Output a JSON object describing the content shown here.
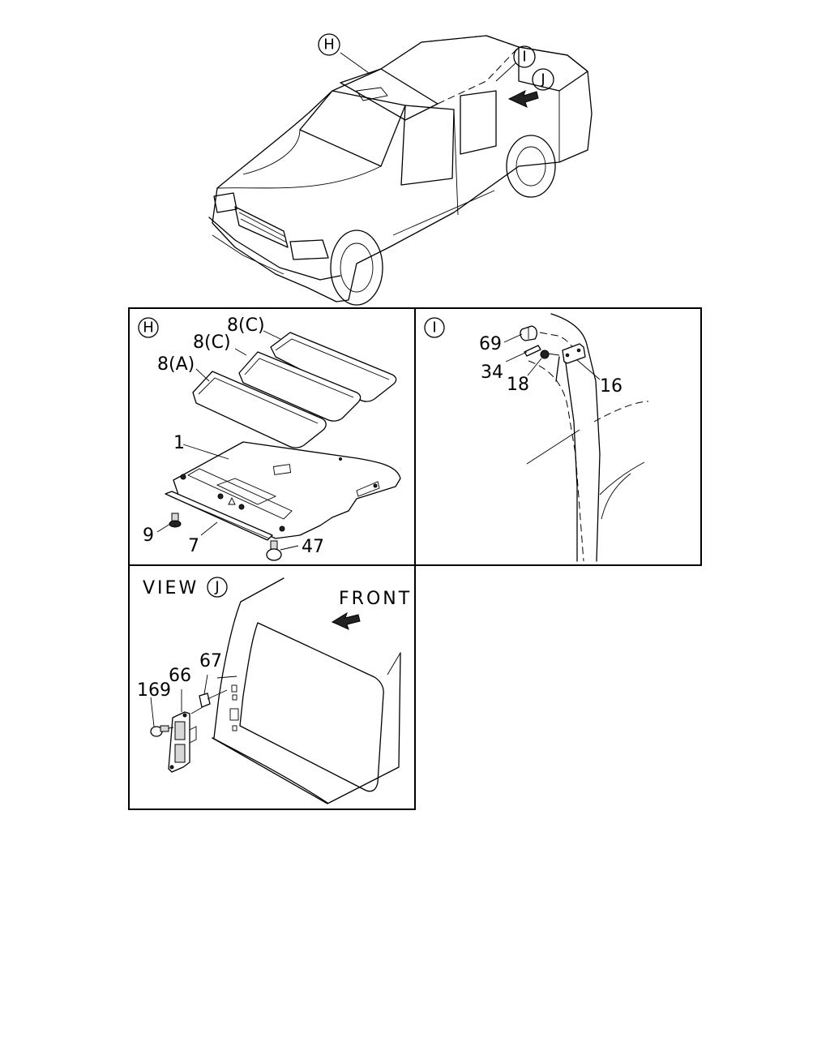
{
  "overview": {
    "callouts": {
      "h": "H",
      "i": "I",
      "j": "J"
    }
  },
  "panel_h": {
    "tag": "H",
    "parts": {
      "p8c_top": "8(C)",
      "p8c_mid": "8(C)",
      "p8a": "8(A)",
      "p1": "1",
      "p9": "9",
      "p7": "7",
      "p47": "47"
    }
  },
  "panel_i": {
    "tag": "I",
    "parts": {
      "p69": "69",
      "p34": "34",
      "p18": "18",
      "p16": "16"
    }
  },
  "panel_j": {
    "view_word": "VIEW",
    "tag": "J",
    "front": "FRONT",
    "parts": {
      "p67": "67",
      "p66": "66",
      "p169": "169"
    }
  }
}
